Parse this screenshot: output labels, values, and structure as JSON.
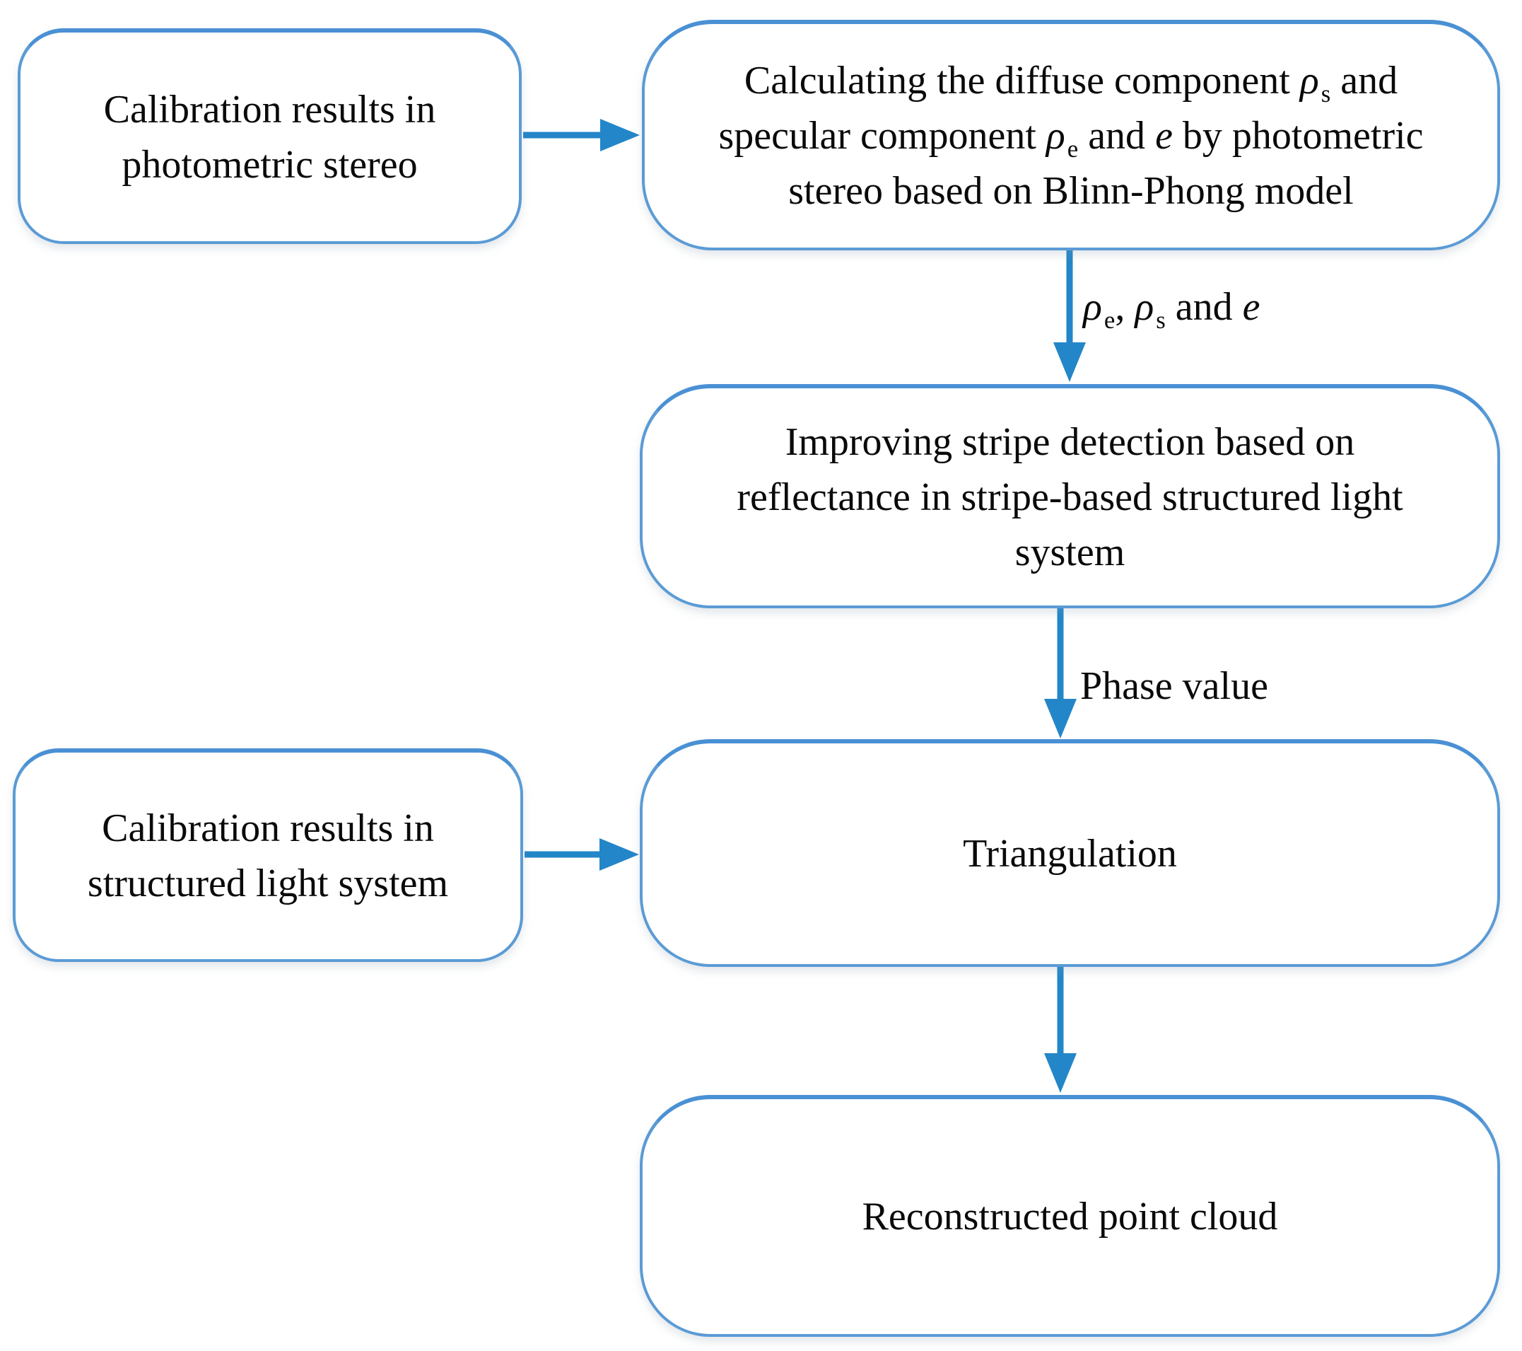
{
  "figure": {
    "type": "flowchart",
    "description_visible_only": "Flow diagram of reflectance-based structured light reconstruction pipeline"
  },
  "colors": {
    "bg": "#ffffff",
    "text": "#0a0a0a",
    "box_border": "#5b9bd5",
    "box_border_top": "#4a90d4",
    "arrow": "#2386c8"
  },
  "nodes": [
    {
      "id": "calibration-photometric-stereo",
      "lines": [
        [
          {
            "t": "Calibration results in"
          }
        ],
        [
          {
            "t": "photometric stereo"
          }
        ]
      ]
    },
    {
      "id": "calculating-components",
      "lines": [
        [
          {
            "t": "Calculating the diffuse component "
          },
          {
            "t": "ρ",
            "i": true
          },
          {
            "t": "s",
            "sub": true
          },
          {
            "t": " and"
          }
        ],
        [
          {
            "t": "specular component "
          },
          {
            "t": "ρ",
            "i": true
          },
          {
            "t": "e",
            "sub": true
          },
          {
            "t": " and "
          },
          {
            "t": "e",
            "i": true
          },
          {
            "t": " by photometric"
          }
        ],
        [
          {
            "t": "stereo based on Blinn-Phong model"
          }
        ]
      ]
    },
    {
      "id": "improving-stripe-detection",
      "lines": [
        [
          {
            "t": "Improving stripe detection based on"
          }
        ],
        [
          {
            "t": "reflectance in stripe-based structured light"
          }
        ],
        [
          {
            "t": "system"
          }
        ]
      ]
    },
    {
      "id": "calibration-structured-light",
      "lines": [
        [
          {
            "t": "Calibration results in"
          }
        ],
        [
          {
            "t": "structured light system"
          }
        ]
      ]
    },
    {
      "id": "triangulation",
      "lines": [
        [
          {
            "t": "Triangulation"
          }
        ]
      ]
    },
    {
      "id": "reconstructed-point-cloud",
      "lines": [
        [
          {
            "t": "Reconstructed point cloud"
          }
        ]
      ]
    }
  ],
  "edges": [
    {
      "from": "calibration-photometric-stereo",
      "to": "calculating-components",
      "label": ""
    },
    {
      "from": "calculating-components",
      "to": "improving-stripe-detection",
      "label_segments": [
        {
          "t": "ρ",
          "i": true
        },
        {
          "t": "e",
          "sub": true
        },
        {
          "t": ", "
        },
        {
          "t": "ρ",
          "i": true
        },
        {
          "t": "s",
          "sub": true
        },
        {
          "t": " and "
        },
        {
          "t": "e",
          "i": true
        }
      ]
    },
    {
      "from": "improving-stripe-detection",
      "to": "triangulation",
      "label": "Phase value"
    },
    {
      "from": "calibration-structured-light",
      "to": "triangulation",
      "label": ""
    },
    {
      "from": "triangulation",
      "to": "reconstructed-point-cloud",
      "label": ""
    }
  ]
}
